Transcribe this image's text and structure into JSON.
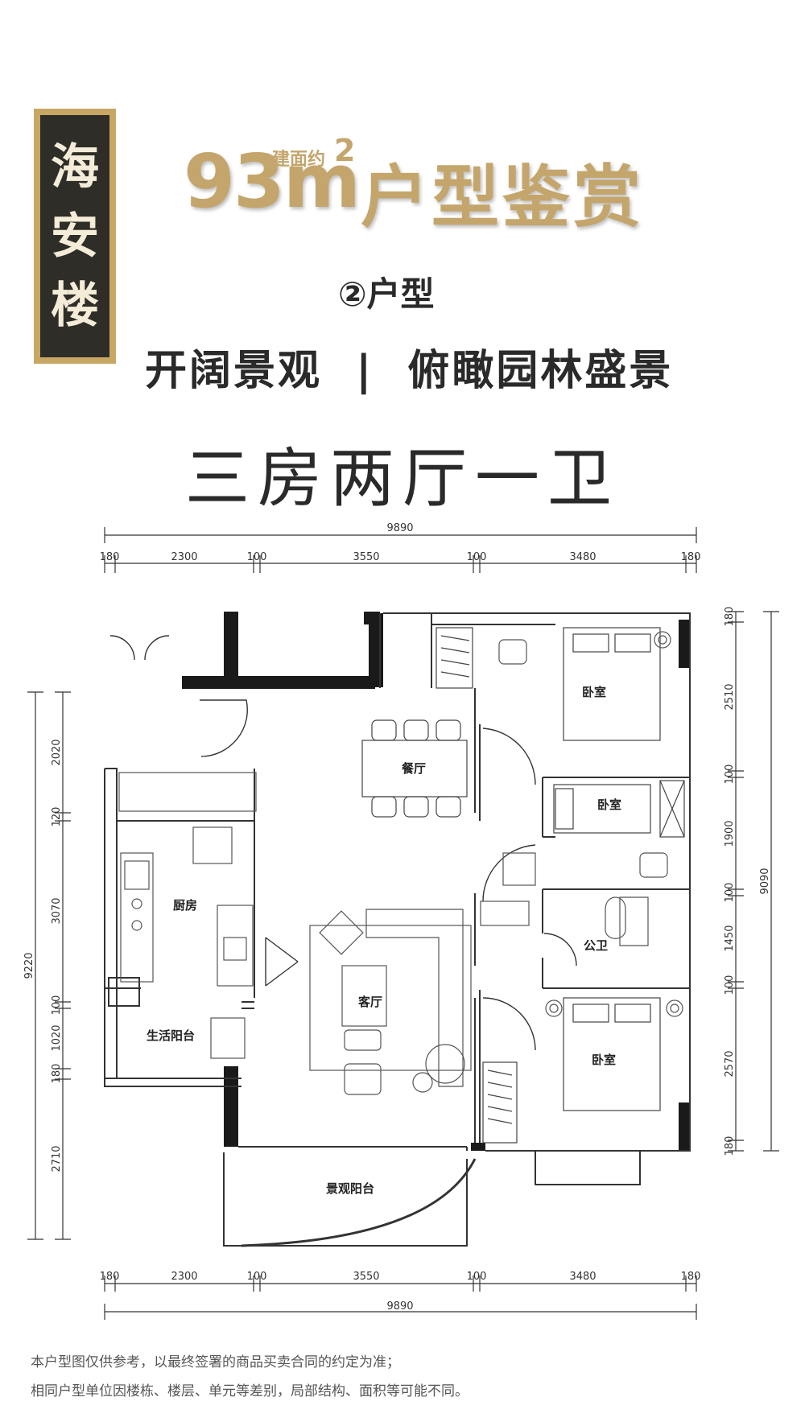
{
  "badge": {
    "chars": [
      "海",
      "安",
      "楼"
    ]
  },
  "title": {
    "area_number": "93m",
    "area_prefix": "建面约",
    "area_sup": "2",
    "text": "户型鉴赏"
  },
  "unit_type": "②户型",
  "slogan": "开阔景观  |  俯瞰园林盛景",
  "layout": "三房两厅一卫",
  "floorplan": {
    "dims_top_total": "9890",
    "dims_top": [
      "180",
      "2300",
      "100",
      "3550",
      "100",
      "3480",
      "180"
    ],
    "dims_bottom_total": "9890",
    "dims_bottom": [
      "180",
      "2300",
      "100",
      "3550",
      "100",
      "3480",
      "180"
    ],
    "dims_left_total": "9220",
    "dims_left": [
      "2020",
      "120",
      "3070",
      "100",
      "1020",
      "180",
      "2710"
    ],
    "dims_right_total": "9090",
    "dims_right": [
      "180",
      "2510",
      "100",
      "1900",
      "100",
      "1450",
      "100",
      "2570",
      "180"
    ],
    "rooms": {
      "bedroom1": "卧室",
      "bedroom2": "卧室",
      "bedroom3": "卧室",
      "dining": "餐厅",
      "kitchen": "厨房",
      "bathroom": "公卫",
      "living": "客厅",
      "utility_balcony": "生活阳台",
      "view_balcony": "景观阳台"
    }
  },
  "disclaimer": {
    "line1": "本户型图仅供参考，以最终签署的商品买卖合同的约定为准；",
    "line2": "相同户型单位因楼栋、楼层、单元等差别，局部结构、面积等可能不同。"
  },
  "colors": {
    "gold": "#c4a56b",
    "dark": "#2e2d28",
    "wall": "#1a1a1a"
  }
}
